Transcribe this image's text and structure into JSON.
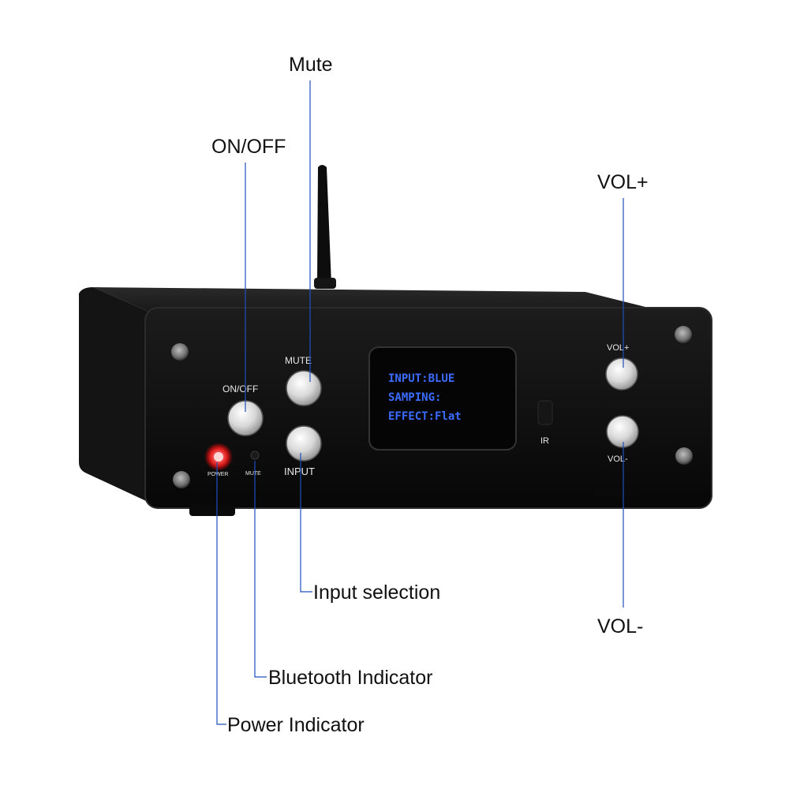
{
  "callouts": {
    "mute": "Mute",
    "on_off": "ON/OFF",
    "vol_plus": "VOL+",
    "vol_minus": "VOL-",
    "input_selection": "Input selection",
    "bluetooth_indicator": "Bluetooth Indicator",
    "power_indicator": "Power Indicator"
  },
  "panel": {
    "mute": "MUTE",
    "on_off": "ON/OFF",
    "input": "INPUT",
    "vol_plus": "VOL+",
    "vol_minus": "VOL-",
    "ir": "IR",
    "power_led": "POWER",
    "mute_led": "MUTE"
  },
  "display": {
    "line1": "INPUT:BLUE",
    "line2": "SAMPING:",
    "line3": "EFFECT:Flat"
  },
  "colors": {
    "leader_line": "#1f4fbf",
    "oled_text": "#3b6cff",
    "power_led": "#ff1e1e",
    "chassis": "#111111"
  }
}
